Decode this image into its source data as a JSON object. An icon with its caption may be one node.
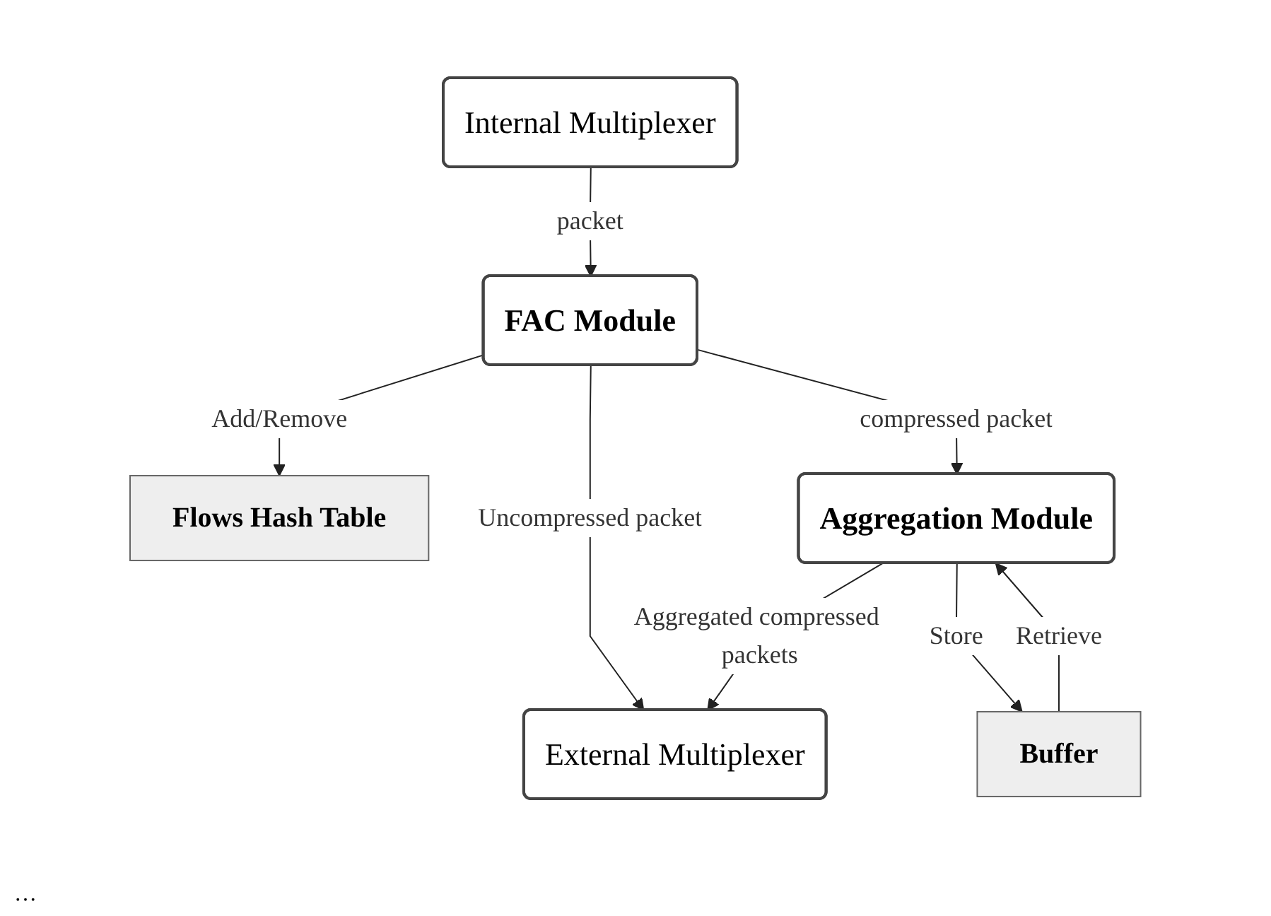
{
  "diagram": {
    "nodes": [
      {
        "text": [
          "Internal Multiplexer"
        ]
      },
      {
        "text": [
          "FAC Module"
        ]
      },
      {
        "text": [
          "External Multiplexer"
        ]
      },
      {
        "text": [
          "Flows Hash Table"
        ]
      },
      {
        "text": [
          "Aggregation Module"
        ]
      },
      {
        "text": [
          "Buffer"
        ]
      }
    ],
    "edges": [
      {
        "from": 0,
        "to": 1,
        "arrow": "to",
        "label": "packet"
      },
      {
        "from": 1,
        "to": 2,
        "arrow": "to",
        "label": "Uncompressed packet"
      },
      {
        "from": 1,
        "to": 3,
        "arrow": "to",
        "label": "Add/Remove"
      },
      {
        "from": 1,
        "to": 4,
        "arrow": "to",
        "label": "compressed packet"
      },
      {
        "from": 4,
        "to": 2,
        "arrow": "to",
        "label": "Aggregated compressed packets"
      },
      {
        "from": 5,
        "to": 4,
        "arrow": "to",
        "label": "Retrieve"
      },
      {
        "from": 4,
        "to": 5,
        "arrow": "to",
        "label": "Store"
      }
    ],
    "labels": [
      "…"
    ]
  }
}
